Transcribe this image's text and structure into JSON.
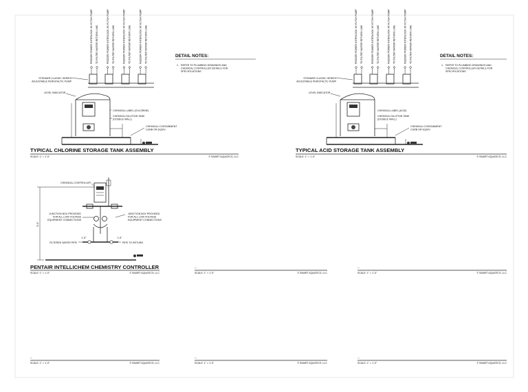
{
  "sheet": {
    "detail_notes_heading": "DETAIL NOTES:",
    "detail_note_number": "1.",
    "detail_note_lines": [
      "REFER TO PLUMBING DRAWINGS AND",
      "CHEMICAL CONTROLLER DETAILS FOR",
      "SPECIFICATIONS"
    ],
    "scale": "SCALE: 1\" = 1'-0\"",
    "copyright": "© SMART AQUATICS, LLC",
    "empty_title": "--"
  },
  "chlorine_detail": {
    "title": "TYPICAL CHLORINE STORAGE TANK ASSEMBLY",
    "riser_labels": [
      "FEEDER POWER INTERLOCK W/ FLTSH PUMP",
      "TO FILTER WATER RETURN LINE",
      "FEEDER POWER INTERLOCK W/ FLTSH PUMP",
      "TO FILTER WATER RETURN LINE",
      "FEEDER POWER INTERLOCK W/ FLTSH PUMP",
      "TO FILTER WATER RETURN LINE",
      "FEEDER POWER INTERLOCK W/ FLTSH PUMP",
      "TO FILTER WATER RETURN LINE"
    ],
    "pump_label": [
      "STENNER CLASSIC SERIES",
      "ADJUSTABLE PERISTALTIC PUMP"
    ],
    "level_indicator": "LEVEL INDICATOR",
    "chemical_label": "CHEMICAL LABEL (CHLORINE)",
    "tank_label": [
      "CHEMICAL DILUTION TANK",
      "(DOUBLE WALL)"
    ],
    "curb_label": [
      "CHEMICAL CONTAINMENT",
      "CURB OR EQUIV."
    ]
  },
  "acid_detail": {
    "title": "TYPICAL ACID STORAGE TANK ASSEMBLY",
    "chemical_label": "CHEMICAL LABEL (ACID)"
  },
  "controller_detail": {
    "title": "PENTAIR INTELLICHEM CHEMISTRY CONTROLLER",
    "chemical_controller": "CHEMICAL CONTROLLER",
    "junction_left": [
      "JUNCTION BOX PROVIDED",
      "FOR ALL LOW VOLTAGE",
      "EQUIPMENT CONNECTIONS"
    ],
    "junction_right": [
      "JUNCTION BOX PROVIDED",
      "FOR ALL LOW VOLTAGE",
      "EQUIPMENT CONNECTIONS"
    ],
    "filtered_water_pipe": "FILTERED WATER PIPE",
    "pipe_to_return": "PIPE TO RETURN",
    "height_dim": "5'-0\"",
    "left_dim": "1'-5\"",
    "right_dim": "1'-5\""
  }
}
